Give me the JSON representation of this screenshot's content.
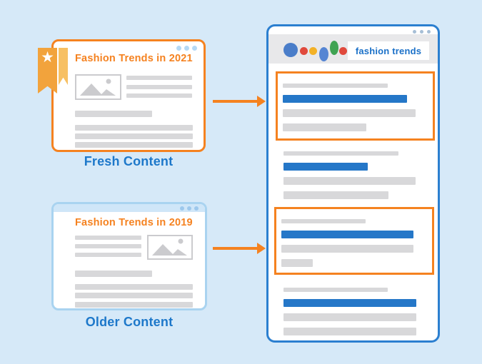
{
  "illustration": {
    "background_color": "#d6e9f8",
    "accent_orange": "#f58220",
    "accent_blue": "#1d78ca"
  },
  "fresh_window": {
    "title": "Fashion Trends in 2021",
    "label": "Fresh Content",
    "bookmark_icon": "star-ribbon",
    "title_color": "#f58220"
  },
  "older_window": {
    "title": "Fashion Trends in 2019",
    "label": "Older Content",
    "title_color": "#f58220"
  },
  "search_window": {
    "query": "fashion trends",
    "logo": {
      "name": "search-engine-dots-logo",
      "colors": [
        "#4a7dc9",
        "#e0493c",
        "#f3b126",
        "#5585d3",
        "#3fa352",
        "#e0493c"
      ]
    },
    "result_title_color": "#2577c8",
    "highlight_color": "#f58220",
    "results": [
      {
        "highlighted": true,
        "lines": [
          {
            "kind": "url",
            "w": 147
          },
          {
            "kind": "title",
            "w": 174
          },
          {
            "kind": "text",
            "w": 186
          },
          {
            "kind": "text",
            "w": 117
          }
        ]
      },
      {
        "highlighted": false,
        "lines": [
          {
            "kind": "url",
            "w": 161
          },
          {
            "kind": "title",
            "w": 118
          },
          {
            "kind": "text",
            "w": 185
          },
          {
            "kind": "text",
            "w": 147
          }
        ]
      },
      {
        "highlighted": true,
        "lines": [
          {
            "kind": "url",
            "w": 118
          },
          {
            "kind": "title",
            "w": 185
          },
          {
            "kind": "text",
            "w": 185
          },
          {
            "kind": "text",
            "w": 44
          }
        ]
      },
      {
        "highlighted": false,
        "lines": [
          {
            "kind": "url",
            "w": 146
          },
          {
            "kind": "title",
            "w": 186
          },
          {
            "kind": "text",
            "w": 186
          },
          {
            "kind": "text",
            "w": 186
          }
        ]
      }
    ]
  },
  "arrows": [
    {
      "from": "fresh-window",
      "to": "search-result-1",
      "color": "#f58220"
    },
    {
      "from": "older-window",
      "to": "search-result-3",
      "color": "#f58220"
    }
  ]
}
